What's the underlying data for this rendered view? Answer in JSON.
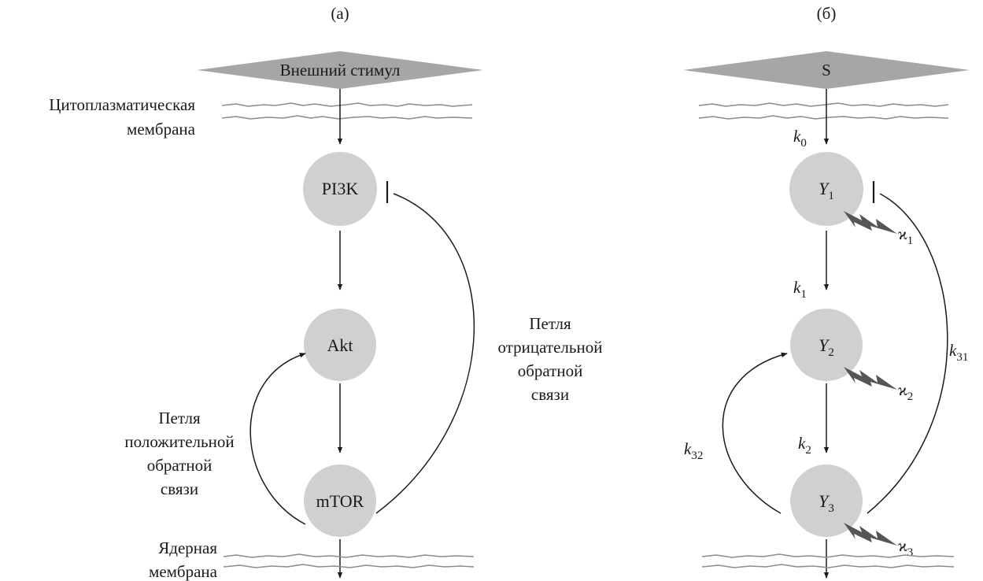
{
  "panel_a": {
    "caption": "(а)",
    "stimulus": "Внешний стимул",
    "membrane_cyto_line1": "Цитоплазматическая",
    "membrane_cyto_line2": "мембрана",
    "membrane_nuc_line1": "Ядерная",
    "membrane_nuc_line2": "мембрана",
    "nodes": [
      "PI3K",
      "Akt",
      "mTOR"
    ],
    "positive_loop": [
      "Петля",
      "положительной",
      "обратной",
      "связи"
    ],
    "negative_loop": [
      "Петля",
      "отрицательной",
      "обратной",
      "связи"
    ]
  },
  "panel_b": {
    "caption": "(б)",
    "stimulus": "S",
    "nodes": [
      {
        "base": "Y",
        "sub": "1"
      },
      {
        "base": "Y",
        "sub": "2"
      },
      {
        "base": "Y",
        "sub": "3"
      }
    ],
    "rates": {
      "k0": {
        "base": "k",
        "sub": "0"
      },
      "k1": {
        "base": "k",
        "sub": "1"
      },
      "k2": {
        "base": "k",
        "sub": "2"
      },
      "k31": {
        "base": "k",
        "sub": "31"
      },
      "k32": {
        "base": "k",
        "sub": "32"
      }
    },
    "degradation": [
      {
        "base": "ϰ",
        "sub": "1"
      },
      {
        "base": "ϰ",
        "sub": "2"
      },
      {
        "base": "ϰ",
        "sub": "3"
      }
    ]
  },
  "colors": {
    "node_fill": "#d0d0d0",
    "stimulus_fill": "#a6a6a6",
    "membrane_line": "#8c8c8c",
    "bolt_fill": "#555555",
    "arrow": "#1a1a1a"
  }
}
